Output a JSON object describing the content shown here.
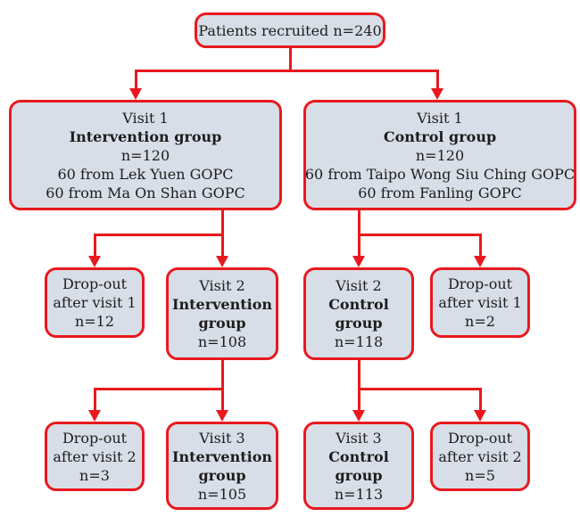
{
  "colors": {
    "line_red": "#e8191e",
    "box_fill": "#d8dee7",
    "text": "#1d1d1d",
    "background": "#ffffff"
  },
  "diagram_type": "flowchart",
  "nodes": {
    "root": {
      "lines": [
        "Patients recruited n=240"
      ]
    },
    "v1_int": {
      "lines": [
        "Visit 1",
        "Intervention group",
        "n=120",
        "60 from Lek Yuen GOPC",
        "60 from Ma On Shan GOPC"
      ]
    },
    "v1_ctrl": {
      "lines": [
        "Visit 1",
        "Control group",
        "n=120",
        "60 from Taipo Wong Siu Ching GOPC",
        "60 from Fanling GOPC"
      ]
    },
    "drop1_int": {
      "lines": [
        "Drop-out",
        "after visit 1",
        "n=12"
      ]
    },
    "v2_int": {
      "lines": [
        "Visit 2",
        "Intervention",
        "group",
        "n=108"
      ]
    },
    "v2_ctrl": {
      "lines": [
        "Visit 2",
        "Control",
        "group",
        "n=118"
      ]
    },
    "drop1_ctrl": {
      "lines": [
        "Drop-out",
        "after visit 1",
        "n=2"
      ]
    },
    "drop2_int": {
      "lines": [
        "Drop-out",
        "after visit 2",
        "n=3"
      ]
    },
    "v3_int": {
      "lines": [
        "Visit 3",
        "Intervention",
        "group",
        "n=105"
      ]
    },
    "v3_ctrl": {
      "lines": [
        "Visit 3",
        "Control",
        "group",
        "n=113"
      ]
    },
    "drop2_ctrl": {
      "lines": [
        "Drop-out",
        "after visit 2",
        "n=5"
      ]
    }
  }
}
